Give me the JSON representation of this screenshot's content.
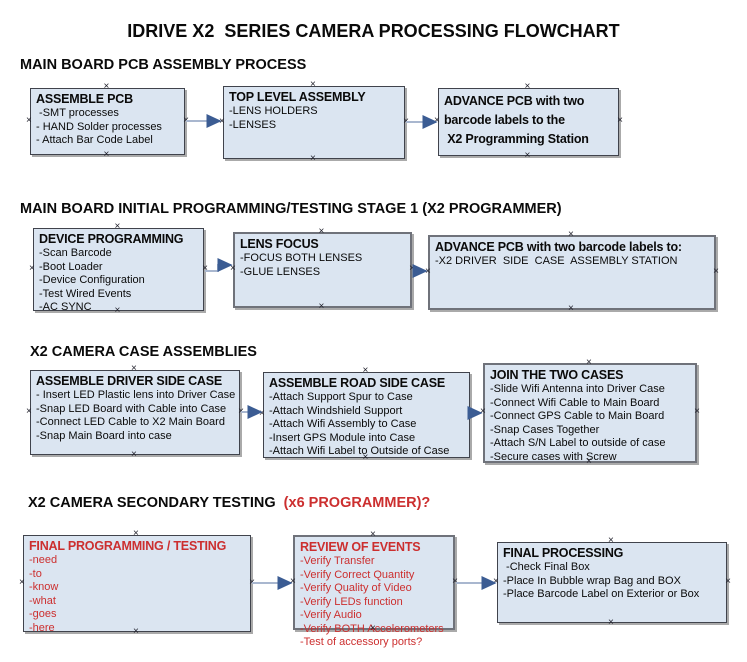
{
  "title": "IDRIVE X2  SERIES CAMERA PROCESSING FLOWCHART",
  "colors": {
    "box_fill": "#dbe5f1",
    "box_border": "#40434c",
    "accent_red": "#cc2f2f",
    "arrow_line": "#a9b7cf",
    "arrow_head": "#3b5c93"
  },
  "icons": {
    "connector_handle": "×"
  },
  "sections": [
    {
      "heading": "MAIN BOARD PCB ASSEMBLY PROCESS",
      "boxes": [
        {
          "title": "ASSEMBLE PCB",
          "lines": [
            " -SMT processes",
            "- HAND Solder processes",
            "- Attach Bar Code Label"
          ]
        },
        {
          "title": "TOP LEVEL ASSEMBLY",
          "lines": [
            "-LENS HOLDERS",
            "-LENSES"
          ]
        },
        {
          "title": "",
          "lines": [
            "ADVANCE PCB with two",
            "barcode labels to the",
            " X2 Programming Station"
          ]
        }
      ]
    },
    {
      "heading": "MAIN BOARD INITIAL PROGRAMMING/TESTING STAGE 1 (X2 PROGRAMMER)",
      "boxes": [
        {
          "title": "DEVICE PROGRAMMING",
          "lines": [
            "-Scan Barcode",
            "-Boot Loader",
            "-Device Configuration",
            "-Test Wired Events",
            "-AC SYNC"
          ]
        },
        {
          "title": "LENS FOCUS",
          "lines": [
            "-FOCUS BOTH LENSES",
            "-GLUE LENSES"
          ]
        },
        {
          "title": "ADVANCE PCB with two barcode labels to:",
          "lines": [
            "-X2 DRIVER  SIDE  CASE  ASSEMBLY STATION"
          ]
        }
      ]
    },
    {
      "heading": "X2 CAMERA CASE ASSEMBLIES",
      "boxes": [
        {
          "title": "ASSEMBLE DRIVER SIDE CASE",
          "lines": [
            "- Insert LED Plastic lens into Driver Case",
            "-Snap LED Board with Cable into Case",
            "-Connect LED Cable to X2 Main Board",
            "-Snap Main Board into case"
          ]
        },
        {
          "title": "ASSEMBLE ROAD SIDE CASE",
          "lines": [
            "-Attach Support Spur to Case",
            "-Attach Windshield Support",
            "-Attach Wifi Assembly to Case",
            "-Insert GPS Module into Case",
            "-Attach Wifi Label to Outside of Case"
          ]
        },
        {
          "title": "JOIN THE TWO CASES",
          "lines": [
            "-Slide Wifi Antenna into Driver Case",
            "-Connect Wifi Cable to Main Board",
            "-Connect GPS Cable to Main Board",
            "-Snap Cases Together",
            "-Attach S/N Label to outside of case",
            "-Secure cases with Screw"
          ]
        }
      ]
    },
    {
      "heading": "X2 CAMERA SECONDARY TESTING  ",
      "heading_red": "(x6 PROGRAMMER)?",
      "boxes": [
        {
          "title": "FINAL PROGRAMMING / TESTING",
          "lines": [
            "-need",
            "-to",
            "-know",
            "-what",
            "-goes",
            "-here"
          ]
        },
        {
          "title": "REVIEW OF EVENTS",
          "lines": [
            "-Verify Transfer",
            "-Verify Correct Quantity",
            "-Verify Quality of Video",
            "-Verify LEDs function",
            "-Verify Audio",
            "-Verify BOTH Accelerometers",
            "-Test of accessory ports?"
          ]
        },
        {
          "title": "FINAL PROCESSING",
          "lines": [
            " -Check Final Box",
            "-Place In Bubble wrap Bag and BOX",
            "-Place Barcode Label on Exterior or Box"
          ]
        }
      ]
    }
  ]
}
